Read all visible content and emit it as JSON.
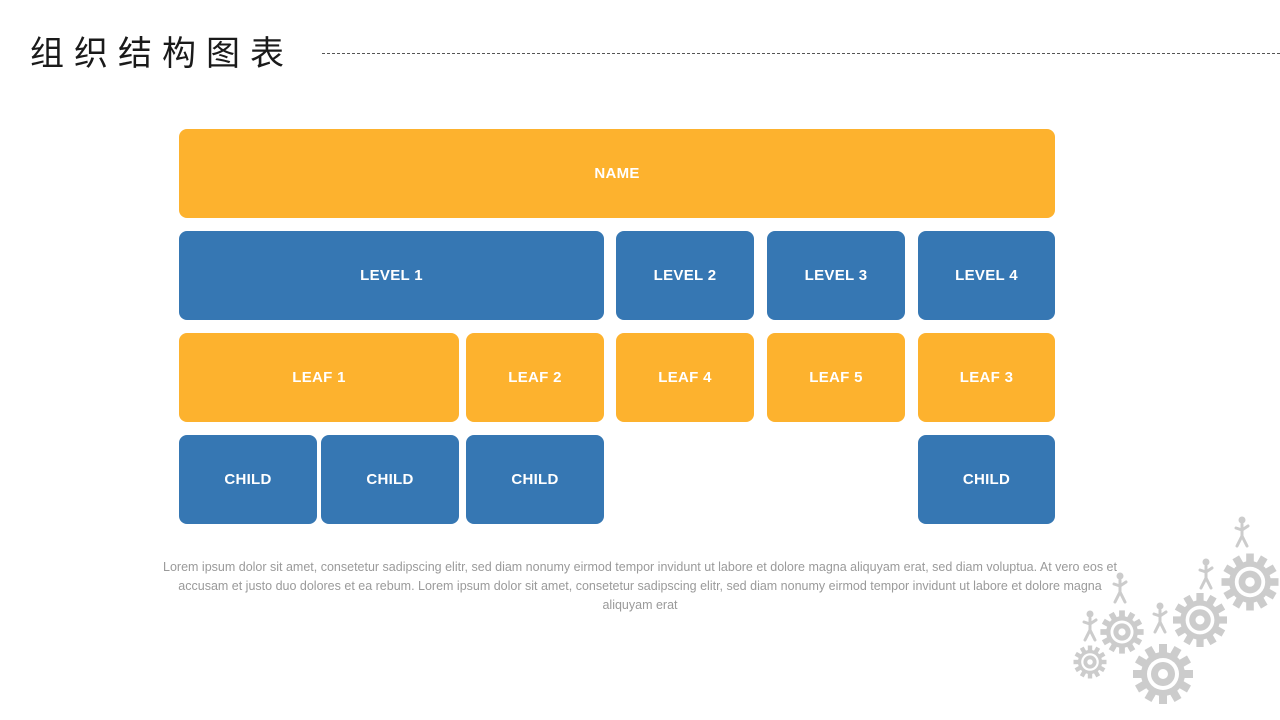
{
  "header": {
    "title": "组织结构图表"
  },
  "chart": {
    "root": "NAME",
    "levels": [
      "LEVEL 1",
      "LEVEL 2",
      "LEVEL 3",
      "LEVEL 4"
    ],
    "leaves": [
      "LEAF 1",
      "LEAF 2",
      "LEAF 4",
      "LEAF 5",
      "LEAF 3"
    ],
    "children": [
      "CHILD",
      "CHILD",
      "CHILD",
      "CHILD"
    ]
  },
  "description": "Lorem ipsum dolor sit amet, consetetur sadipscing elitr, sed diam nonumy eirmod tempor invidunt ut labore et dolore magna aliquyam erat, sed diam voluptua. At vero eos et accusam et justo duo dolores et ea rebum. Lorem ipsum dolor sit amet, consetetur sadipscing elitr, sed diam nonumy eirmod tempor invidunt ut labore et dolore magna aliquyam erat",
  "decoration": {
    "icon": "gears-with-people-icon",
    "color": "#CCCCCC"
  },
  "colors": {
    "orange": "#FDB22E",
    "blue": "#3677B3"
  }
}
